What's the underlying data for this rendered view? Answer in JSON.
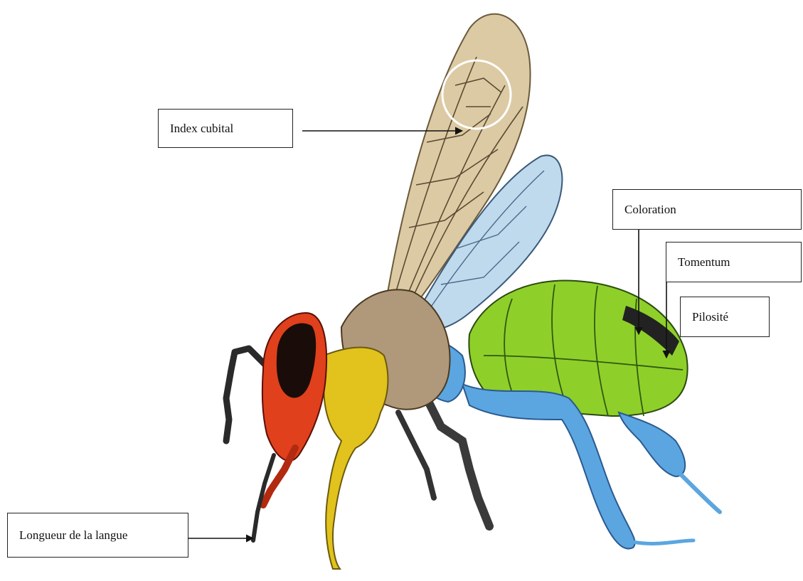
{
  "labels": {
    "index_cubital": "Index cubital",
    "coloration": "Coloration",
    "tomentum": "Tomentum",
    "pilosite": "Pilosité",
    "longueur_langue": "Longueur de la langue"
  },
  "colors": {
    "head": "#e0401c",
    "eye": "#1a0c08",
    "thorax": "#b0987a",
    "legs_front": "#e2c21c",
    "forewing": "#dccaa4",
    "hindwing": "#bedaec",
    "abdomen": "#8fcf2a",
    "lower_blue": "#5ba6e0",
    "dark": "#2a2a2a"
  }
}
